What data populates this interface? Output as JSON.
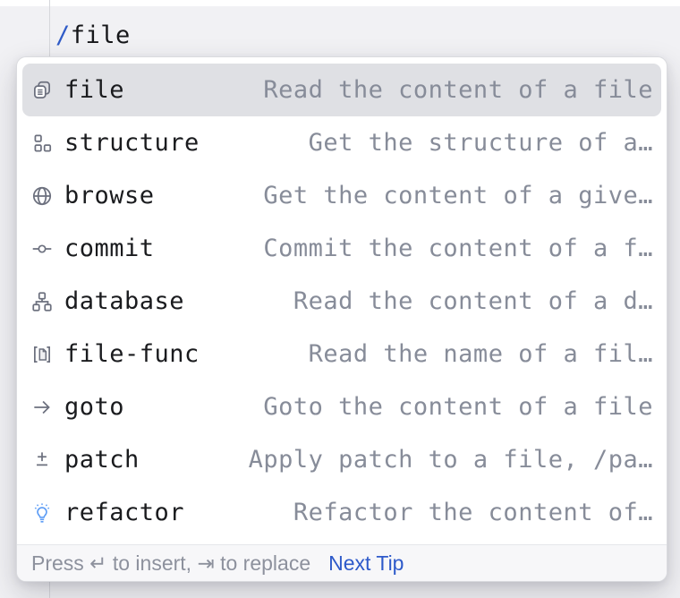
{
  "editor": {
    "input_slash": "/",
    "input_command": "file"
  },
  "popup": {
    "items": [
      {
        "icon": "copy-file-icon",
        "name": "file",
        "description": "Read the content of a file",
        "selected": true
      },
      {
        "icon": "structure-icon",
        "name": "structure",
        "description": "Get the structure of a…",
        "selected": false
      },
      {
        "icon": "globe-icon",
        "name": "browse",
        "description": "Get the content of a give…",
        "selected": false
      },
      {
        "icon": "commit-icon",
        "name": "commit",
        "description": "Commit the content of a f…",
        "selected": false
      },
      {
        "icon": "hierarchy-icon",
        "name": "database",
        "description": "Read the content of a d…",
        "selected": false
      },
      {
        "icon": "file-function-icon",
        "name": "file-func",
        "description": "Read the name of a fil…",
        "selected": false
      },
      {
        "icon": "arrow-right-icon",
        "name": "goto",
        "description": "Goto the content of a file",
        "selected": false
      },
      {
        "icon": "plus-minus-icon",
        "name": "patch",
        "description": "Apply patch to a file, /pa…",
        "selected": false
      },
      {
        "icon": "bulb-icon",
        "name": "refactor",
        "description": "Refactor the content of…",
        "selected": false
      }
    ],
    "footer": {
      "hint": "Press ↵ to insert, ⇥ to replace",
      "link": "Next Tip"
    }
  },
  "colors": {
    "accent_blue": "#2F5BC7",
    "selection_background": "#DFE0E4",
    "icon_gray": "#6C707E",
    "bulb_blue": "#5C9CF5",
    "description_gray": "#878C99"
  }
}
